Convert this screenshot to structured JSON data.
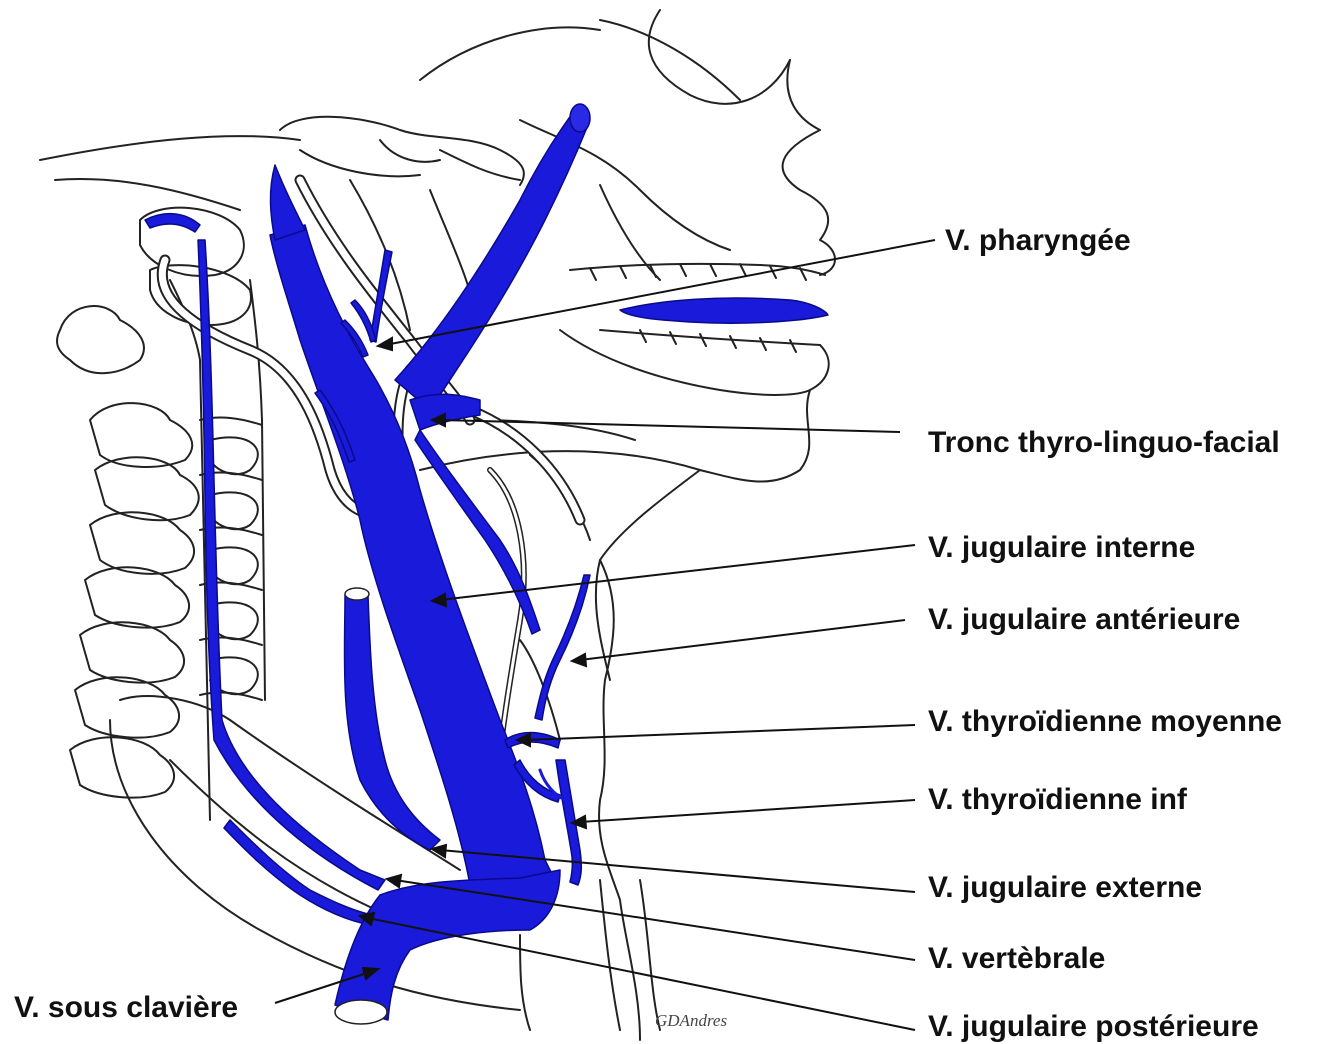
{
  "colors": {
    "vein": "#1a1adb",
    "vein_edge": "#0a0a8a",
    "outline": "#222222",
    "leader": "#111111",
    "label": "#111111"
  },
  "labels": {
    "pharyngee": "V. pharyngée",
    "tronc": "Tronc thyro-linguo-facial",
    "jug_interne": "V. jugulaire interne",
    "jug_anterieure": "V. jugulaire antérieure",
    "thyr_moyenne": "V. thyroïdienne moyenne",
    "thyr_inf": "V. thyroïdienne inf",
    "jug_externe": "V. jugulaire externe",
    "vertebrale": "V. vertèbrale",
    "jug_posterieure": "V. jugulaire postérieure",
    "sous_claviere": "V. sous clavière"
  },
  "signature": "GDAndres"
}
